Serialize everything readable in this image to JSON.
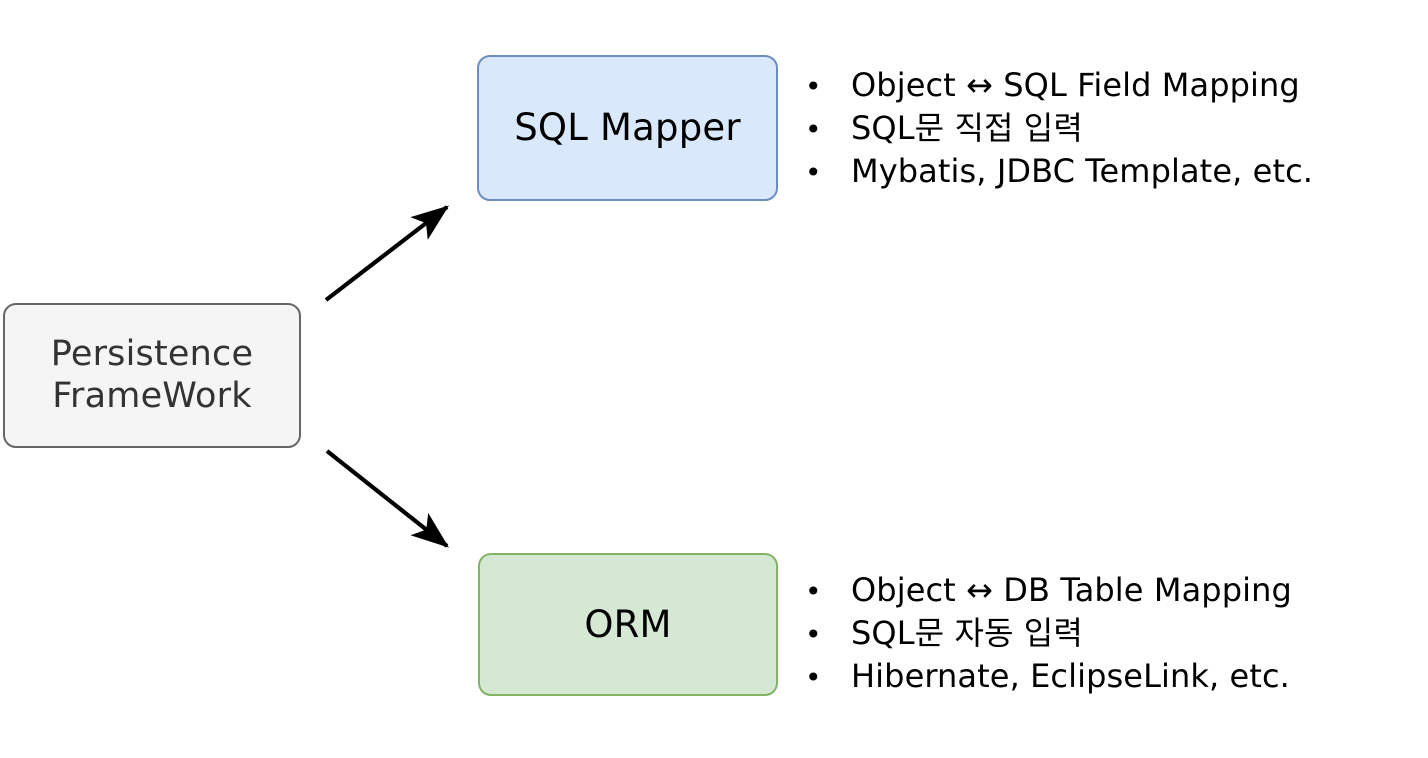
{
  "diagram": {
    "type": "flow-diagram",
    "background_color": "#ffffff",
    "nodes": [
      {
        "id": "root",
        "label": "Persistence\nFrameWork",
        "fill": "#f5f5f5",
        "stroke": "#666666",
        "text_color": "#333333"
      },
      {
        "id": "sql-mapper",
        "label": "SQL Mapper",
        "fill": "#dae8fc",
        "stroke": "#6c8ebf",
        "text_color": "#000000"
      },
      {
        "id": "orm",
        "label": "ORM",
        "fill": "#d5e8d4",
        "stroke": "#82b366",
        "text_color": "#000000"
      }
    ],
    "edges": [
      {
        "id": "edge-root-to-sql-mapper",
        "from": "root",
        "to": "sql-mapper",
        "style": "solid-arrow",
        "color": "#000000"
      },
      {
        "id": "edge-root-to-orm",
        "from": "root",
        "to": "orm",
        "style": "solid-arrow",
        "color": "#000000"
      }
    ],
    "annotations": {
      "sql_mapper_bullets": [
        "Object ↔ SQL Field Mapping",
        "SQL문 직접 입력",
        "Mybatis, JDBC Template, etc."
      ],
      "orm_bullets": [
        "Object ↔ DB Table Mapping",
        "SQL문 자동 입력",
        "Hibernate, EclipseLink, etc."
      ],
      "bullet_glyph": "•"
    }
  }
}
